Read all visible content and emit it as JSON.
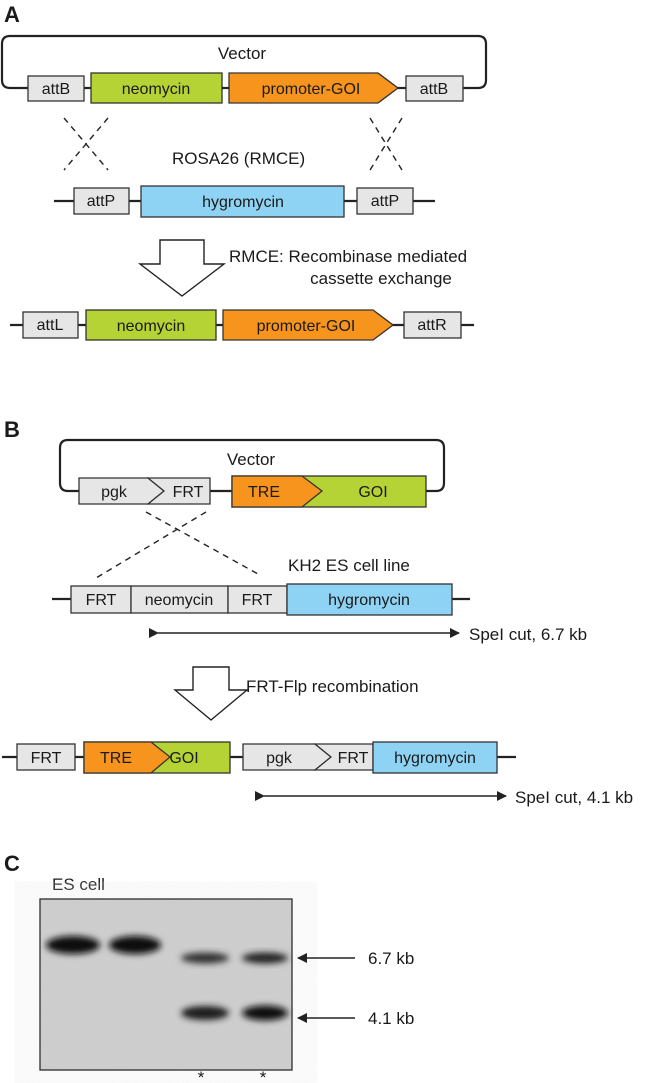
{
  "panel_a": {
    "letter": "A",
    "vector_label": "Vector",
    "vector": [
      "attB",
      "neomycin",
      "promoter-GOI",
      "attB"
    ],
    "locus_label": "ROSA26 (RMCE)",
    "locus": [
      "attP",
      "hygromycin",
      "attP"
    ],
    "arrow_caption_line1": "RMCE: Recombinase mediated",
    "arrow_caption_line2": "cassette exchange",
    "result": [
      "attL",
      "neomycin",
      "promoter-GOI",
      "attR"
    ]
  },
  "panel_b": {
    "letter": "B",
    "vector_label": "Vector",
    "vector": [
      "pgk",
      "FRT",
      "TRE",
      "GOI"
    ],
    "locus_label": "KH2 ES cell line",
    "locus": [
      "FRT",
      "neomycin",
      "FRT",
      "hygromycin"
    ],
    "cut1": "SpeI cut, 6.7 kb",
    "arrow_caption": "FRT-Flp recombination",
    "result": [
      "FRT",
      "TRE",
      "GOI",
      "pgk",
      "FRT",
      "hygromycin"
    ],
    "cut2": "SpeI cut, 4.1 kb"
  },
  "panel_c": {
    "letter": "C",
    "lane_label": "ES cell",
    "band_upper": "6.7 kb",
    "band_lower": "4.1 kb",
    "lane_marks": [
      "*",
      "*"
    ]
  },
  "colors": {
    "gray": "#e6e6e6",
    "green": "#b5d334",
    "orange": "#f7941d",
    "blue": "#8fd3f4"
  }
}
